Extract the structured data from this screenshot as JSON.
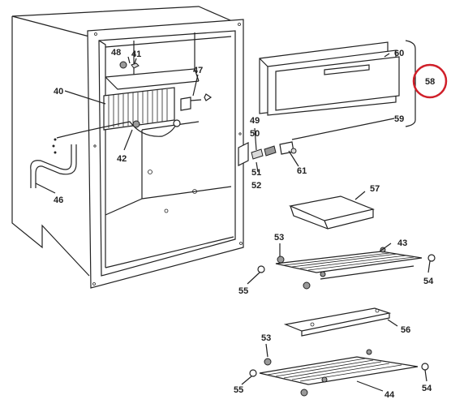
{
  "labels": {
    "p40": "40",
    "p41": "41",
    "p42": "42",
    "p43": "43",
    "p44": "44",
    "p46": "46",
    "p47": "47",
    "p48": "48",
    "p49": "49",
    "p50": "50",
    "p51": "51",
    "p52": "52",
    "p53a": "53",
    "p53b": "53",
    "p54a": "54",
    "p54b": "54",
    "p55a": "55",
    "p55b": "55",
    "p56": "56",
    "p57": "57",
    "p58": "58",
    "p59": "59",
    "p60": "60",
    "p61": "61"
  },
  "colors": {
    "line": "#222222",
    "highlight": "#d0202a",
    "label_58": "#333333"
  }
}
